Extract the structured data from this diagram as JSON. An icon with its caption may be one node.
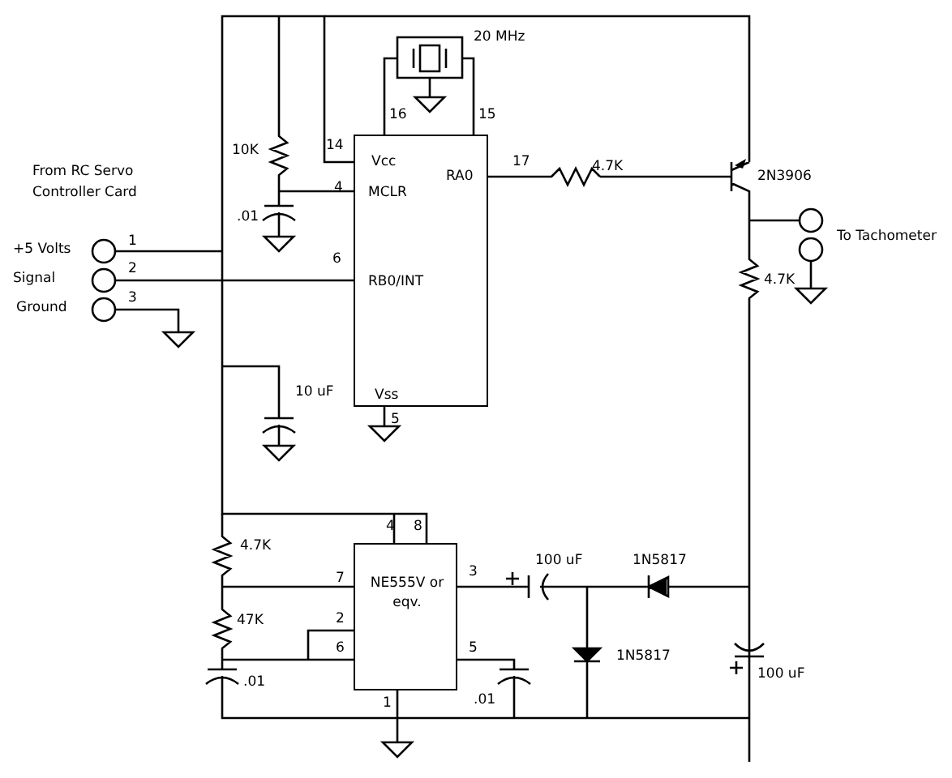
{
  "diagram": {
    "nodes": [
      {
        "text": [
          "Vcc",
          "MCLR",
          "RA0",
          "RB0/INT",
          "Vss"
        ],
        "beside": [
          "16",
          "15",
          "14",
          "4",
          "17",
          "6",
          "5"
        ]
      },
      {
        "text": [
          "NE555V or eqv."
        ],
        "beside": [
          "4",
          "8",
          "7",
          "3",
          "2",
          "6",
          "5",
          "1"
        ]
      }
    ],
    "edges": [
      {
        "from": 0,
        "to": 1,
        "arrow": "none"
      }
    ],
    "labels": [
      "20 MHz",
      "10K",
      "4.7K",
      "2N3906",
      "From RC Servo Controller Card",
      ".01",
      "To Tachometer",
      "1",
      "+5 Volts",
      "2",
      "4.7K",
      "Signal",
      "3",
      "Ground",
      "10 uF",
      "4.7K",
      "100 uF",
      "1N5817",
      "47K",
      "1N5817",
      "100 uF",
      ".01",
      ".01"
    ]
  }
}
